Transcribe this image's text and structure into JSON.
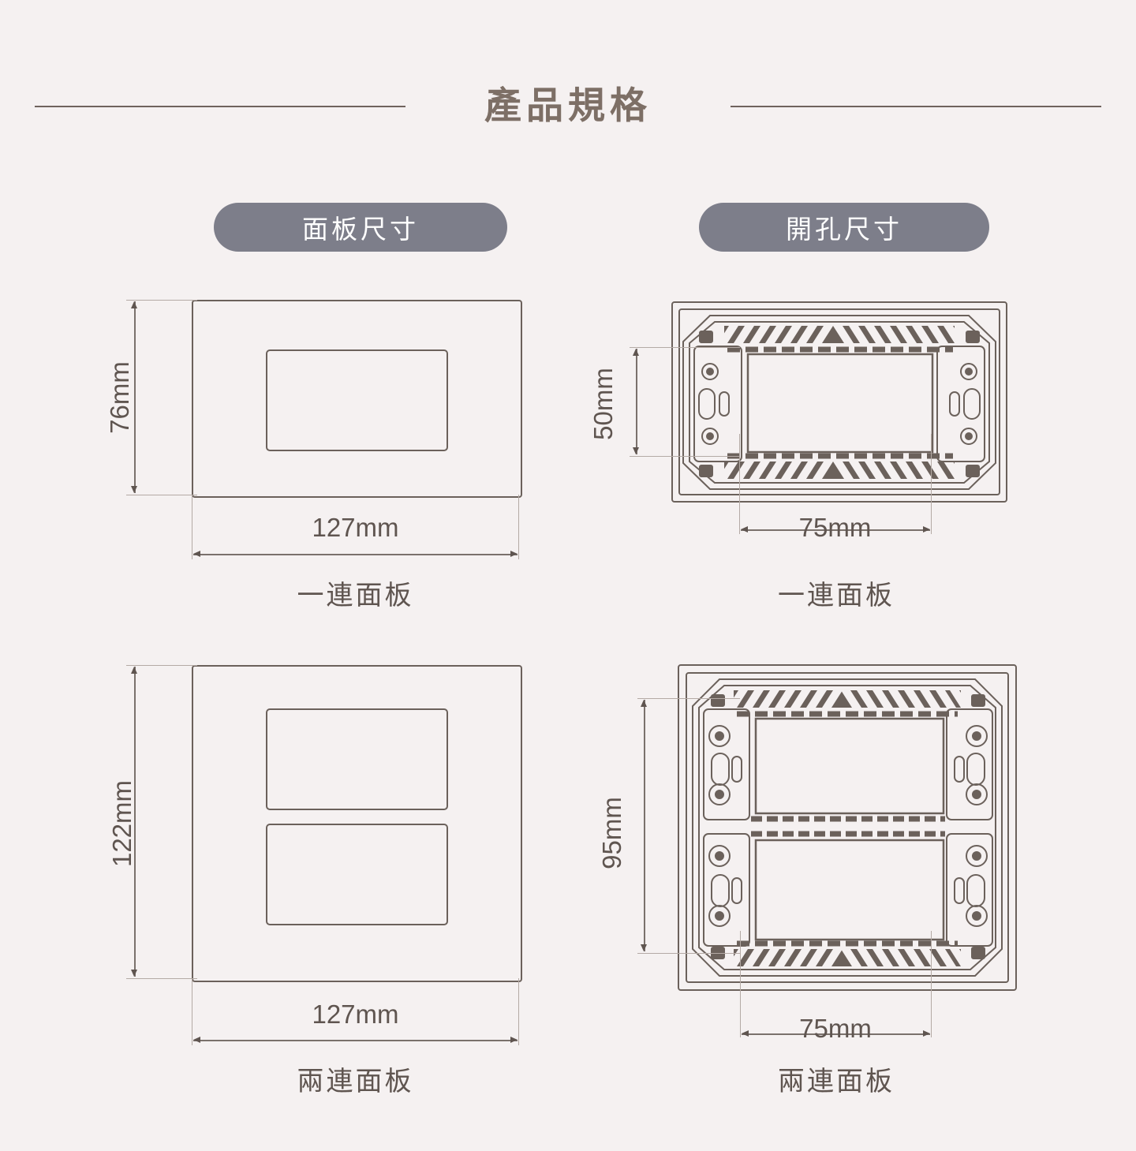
{
  "header": {
    "title": "產品規格"
  },
  "sections": [
    {
      "id": "panel-size",
      "label": "面板尺寸"
    },
    {
      "id": "hole-size",
      "label": "開孔尺寸"
    }
  ],
  "diagrams": [
    {
      "id": "panel-single",
      "group": "panel-size",
      "caption": "一連面板",
      "height_label": "76mm",
      "width_label": "127mm"
    },
    {
      "id": "hole-single",
      "group": "hole-size",
      "caption": "一連面板",
      "height_label": "50mm",
      "width_label": "75mm"
    },
    {
      "id": "panel-double",
      "group": "panel-size",
      "caption": "兩連面板",
      "height_label": "122mm",
      "width_label": "127mm"
    },
    {
      "id": "hole-double",
      "group": "hole-size",
      "caption": "兩連面板",
      "height_label": "95mm",
      "width_label": "75mm"
    }
  ],
  "colors": {
    "background": "#f5f1f1",
    "pill": "#7d7e8a",
    "title": "#7d6f66",
    "line": "#6b615b",
    "text": "#5f5550"
  }
}
